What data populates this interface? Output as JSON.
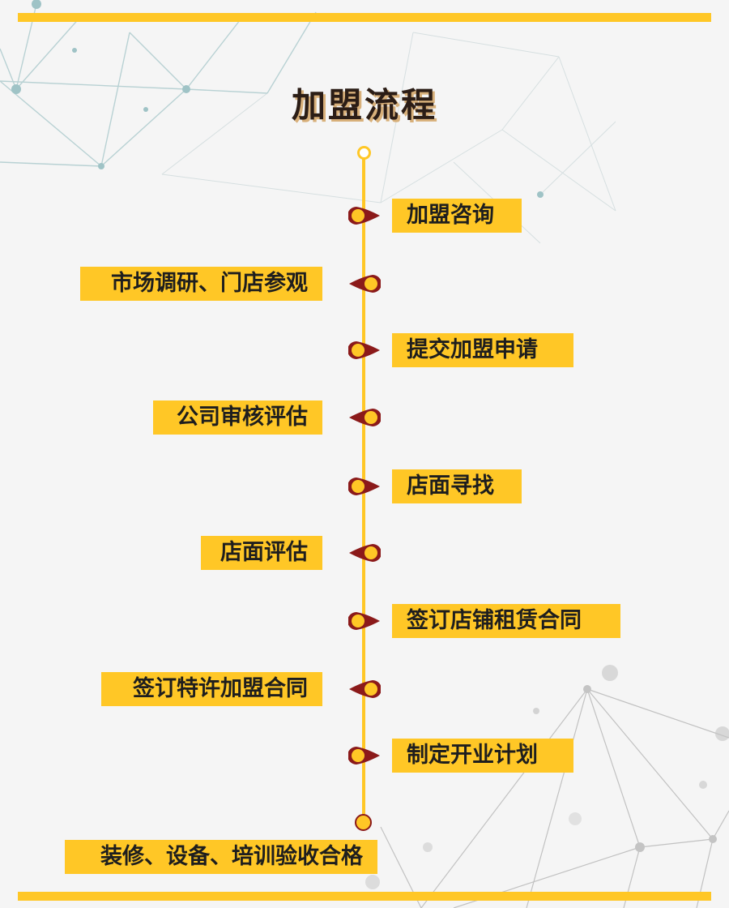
{
  "title": "加盟流程",
  "steps": [
    {
      "label": "加盟咨询",
      "side": "right"
    },
    {
      "label": "市场调研、门店参观",
      "side": "left"
    },
    {
      "label": "提交加盟申请",
      "side": "right"
    },
    {
      "label": "公司审核评估",
      "side": "left"
    },
    {
      "label": "店面寻找",
      "side": "right"
    },
    {
      "label": "店面评估",
      "side": "left"
    },
    {
      "label": "签订店铺租赁合同",
      "side": "right"
    },
    {
      "label": "签订特许加盟合同",
      "side": "left"
    },
    {
      "label": "制定开业计划",
      "side": "right"
    },
    {
      "label": "装修、设备、培训验收合格",
      "side": "left"
    }
  ],
  "colors": {
    "accent": "#ffc726",
    "node_outline": "#8b1a1a",
    "title": "#2b1d16",
    "background": "#f5f5f5"
  }
}
